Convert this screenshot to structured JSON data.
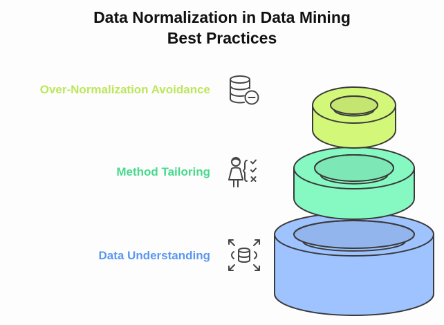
{
  "title": {
    "line1": "Data Normalization in Data Mining",
    "line2": "Best Practices"
  },
  "items": [
    {
      "label": "Over-Normalization Avoidance",
      "color": "#bde65c",
      "ring_color": "#d3f779",
      "icon": "database-minus-icon"
    },
    {
      "label": "Method Tailoring",
      "color": "#47d98c",
      "ring_color": "#86f9c3",
      "icon": "person-checklist-icon"
    },
    {
      "label": "Data Understanding",
      "color": "#5b97f0",
      "ring_color": "#9ec3ff",
      "icon": "database-expand-icon"
    }
  ]
}
